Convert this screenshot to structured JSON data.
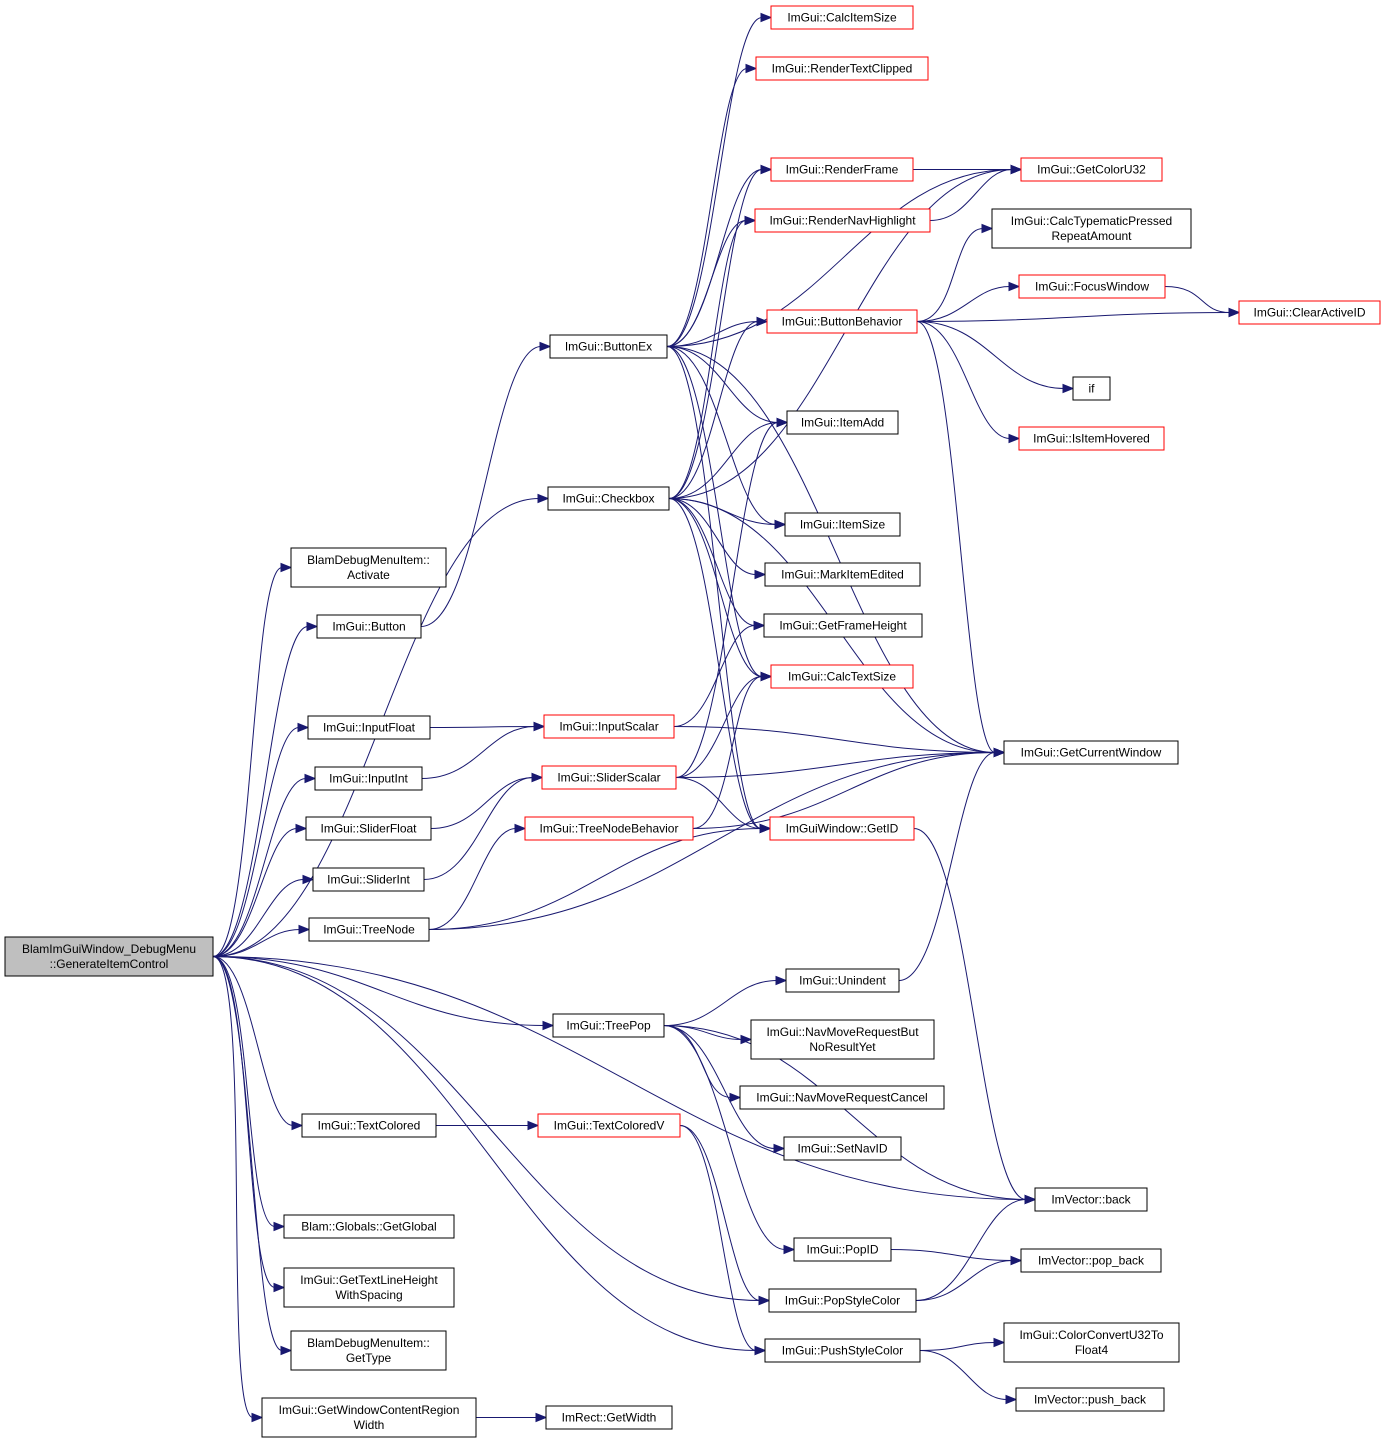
{
  "colors": {
    "edge": "#191970",
    "root_fill": "#bfbfbf",
    "default_border": "#000000",
    "truncated_border": "#ff0000",
    "node_fill": "#ffffff"
  },
  "nodes": [
    {
      "id": "root",
      "lines": [
        "BlamImGuiWindow_DebugMenu",
        "::GenerateItemControl"
      ],
      "style": "root"
    },
    {
      "id": "activate",
      "lines": [
        "BlamDebugMenuItem::",
        "Activate"
      ],
      "style": "normal"
    },
    {
      "id": "button",
      "lines": [
        "ImGui::Button"
      ],
      "style": "normal"
    },
    {
      "id": "inputfloat",
      "lines": [
        "ImGui::InputFloat"
      ],
      "style": "normal"
    },
    {
      "id": "inputint",
      "lines": [
        "ImGui::InputInt"
      ],
      "style": "normal"
    },
    {
      "id": "sliderfloat",
      "lines": [
        "ImGui::SliderFloat"
      ],
      "style": "normal"
    },
    {
      "id": "sliderint",
      "lines": [
        "ImGui::SliderInt"
      ],
      "style": "normal"
    },
    {
      "id": "treenode",
      "lines": [
        "ImGui::TreeNode"
      ],
      "style": "normal"
    },
    {
      "id": "textcolored",
      "lines": [
        "ImGui::TextColored"
      ],
      "style": "normal"
    },
    {
      "id": "getglobal",
      "lines": [
        "Blam::Globals::GetGlobal"
      ],
      "style": "normal"
    },
    {
      "id": "gettextlineheight",
      "lines": [
        "ImGui::GetTextLineHeight",
        "WithSpacing"
      ],
      "style": "normal"
    },
    {
      "id": "gettype",
      "lines": [
        "BlamDebugMenuItem::",
        "GetType"
      ],
      "style": "normal"
    },
    {
      "id": "getwindowcontent",
      "lines": [
        "ImGui::GetWindowContentRegion",
        "Width"
      ],
      "style": "normal"
    },
    {
      "id": "buttonex",
      "lines": [
        "ImGui::ButtonEx"
      ],
      "style": "normal"
    },
    {
      "id": "checkbox",
      "lines": [
        "ImGui::Checkbox"
      ],
      "style": "normal"
    },
    {
      "id": "inputscalar",
      "lines": [
        "ImGui::InputScalar"
      ],
      "style": "truncated"
    },
    {
      "id": "sliderscalar",
      "lines": [
        "ImGui::SliderScalar"
      ],
      "style": "truncated"
    },
    {
      "id": "treenodebehavior",
      "lines": [
        "ImGui::TreeNodeBehavior"
      ],
      "style": "truncated"
    },
    {
      "id": "treepop",
      "lines": [
        "ImGui::TreePop"
      ],
      "style": "normal"
    },
    {
      "id": "textcoloredv",
      "lines": [
        "ImGui::TextColoredV"
      ],
      "style": "truncated"
    },
    {
      "id": "rectgetwidth",
      "lines": [
        "ImRect::GetWidth"
      ],
      "style": "normal"
    },
    {
      "id": "calcitemsize",
      "lines": [
        "ImGui::CalcItemSize"
      ],
      "style": "truncated"
    },
    {
      "id": "rendertextclipped",
      "lines": [
        "ImGui::RenderTextClipped"
      ],
      "style": "truncated"
    },
    {
      "id": "renderframe",
      "lines": [
        "ImGui::RenderFrame"
      ],
      "style": "truncated"
    },
    {
      "id": "rendernavhighlight",
      "lines": [
        "ImGui::RenderNavHighlight"
      ],
      "style": "truncated"
    },
    {
      "id": "buttonbehavior",
      "lines": [
        "ImGui::ButtonBehavior"
      ],
      "style": "truncated"
    },
    {
      "id": "itemadd",
      "lines": [
        "ImGui::ItemAdd"
      ],
      "style": "normal"
    },
    {
      "id": "itemsize",
      "lines": [
        "ImGui::ItemSize"
      ],
      "style": "normal"
    },
    {
      "id": "markitemedited",
      "lines": [
        "ImGui::MarkItemEdited"
      ],
      "style": "normal"
    },
    {
      "id": "getframeheight",
      "lines": [
        "ImGui::GetFrameHeight"
      ],
      "style": "normal"
    },
    {
      "id": "calctextsize",
      "lines": [
        "ImGui::CalcTextSize"
      ],
      "style": "truncated"
    },
    {
      "id": "windowgetid",
      "lines": [
        "ImGuiWindow::GetID"
      ],
      "style": "truncated"
    },
    {
      "id": "unindent",
      "lines": [
        "ImGui::Unindent"
      ],
      "style": "normal"
    },
    {
      "id": "navmovebut",
      "lines": [
        "ImGui::NavMoveRequestBut",
        "NoResultYet"
      ],
      "style": "normal"
    },
    {
      "id": "navmovecancel",
      "lines": [
        "ImGui::NavMoveRequestCancel"
      ],
      "style": "normal"
    },
    {
      "id": "setnavid",
      "lines": [
        "ImGui::SetNavID"
      ],
      "style": "normal"
    },
    {
      "id": "popid",
      "lines": [
        "ImGui::PopID"
      ],
      "style": "normal"
    },
    {
      "id": "popstylecolor",
      "lines": [
        "ImGui::PopStyleColor"
      ],
      "style": "normal"
    },
    {
      "id": "pushstylecolor",
      "lines": [
        "ImGui::PushStyleColor"
      ],
      "style": "normal"
    },
    {
      "id": "getcoloru32",
      "lines": [
        "ImGui::GetColorU32"
      ],
      "style": "truncated"
    },
    {
      "id": "calctypematic",
      "lines": [
        "ImGui::CalcTypematicPressed",
        "RepeatAmount"
      ],
      "style": "normal"
    },
    {
      "id": "focuswindow",
      "lines": [
        "ImGui::FocusWindow"
      ],
      "style": "truncated"
    },
    {
      "id": "clearactiveid",
      "lines": [
        "ImGui::ClearActiveID"
      ],
      "style": "truncated"
    },
    {
      "id": "if",
      "lines": [
        "if"
      ],
      "style": "normal"
    },
    {
      "id": "isitemhovered",
      "lines": [
        "ImGui::IsItemHovered"
      ],
      "style": "truncated"
    },
    {
      "id": "getcurrentwindow",
      "lines": [
        "ImGui::GetCurrentWindow"
      ],
      "style": "normal"
    },
    {
      "id": "vectorback",
      "lines": [
        "ImVector::back"
      ],
      "style": "normal"
    },
    {
      "id": "vectorpopback",
      "lines": [
        "ImVector::pop_back"
      ],
      "style": "normal"
    },
    {
      "id": "colorconvert",
      "lines": [
        "ImGui::ColorConvertU32To",
        "Float4"
      ],
      "style": "normal"
    },
    {
      "id": "vectorpushback",
      "lines": [
        "ImVector::push_back"
      ],
      "style": "normal"
    }
  ],
  "edges": [
    [
      "root",
      "activate"
    ],
    [
      "root",
      "button"
    ],
    [
      "root",
      "checkbox"
    ],
    [
      "root",
      "inputfloat"
    ],
    [
      "root",
      "inputint"
    ],
    [
      "root",
      "sliderfloat"
    ],
    [
      "root",
      "sliderint"
    ],
    [
      "root",
      "treenode"
    ],
    [
      "root",
      "treepop"
    ],
    [
      "root",
      "textcolored"
    ],
    [
      "root",
      "getglobal"
    ],
    [
      "root",
      "gettextlineheight"
    ],
    [
      "root",
      "gettype"
    ],
    [
      "root",
      "getwindowcontent"
    ],
    [
      "root",
      "popstylecolor"
    ],
    [
      "root",
      "pushstylecolor"
    ],
    [
      "root",
      "vectorback"
    ],
    [
      "button",
      "buttonex"
    ],
    [
      "inputfloat",
      "inputscalar"
    ],
    [
      "inputint",
      "inputscalar"
    ],
    [
      "sliderfloat",
      "sliderscalar"
    ],
    [
      "sliderint",
      "sliderscalar"
    ],
    [
      "treenode",
      "treenodebehavior"
    ],
    [
      "treenode",
      "windowgetid"
    ],
    [
      "treenode",
      "getcurrentwindow"
    ],
    [
      "textcolored",
      "textcoloredv"
    ],
    [
      "getwindowcontent",
      "rectgetwidth"
    ],
    [
      "buttonex",
      "calcitemsize"
    ],
    [
      "buttonex",
      "rendertextclipped"
    ],
    [
      "buttonex",
      "renderframe"
    ],
    [
      "buttonex",
      "rendernavhighlight"
    ],
    [
      "buttonex",
      "buttonbehavior"
    ],
    [
      "buttonex",
      "itemadd"
    ],
    [
      "buttonex",
      "itemsize"
    ],
    [
      "buttonex",
      "calctextsize"
    ],
    [
      "buttonex",
      "windowgetid"
    ],
    [
      "buttonex",
      "getcurrentwindow"
    ],
    [
      "buttonex",
      "getcoloru32"
    ],
    [
      "checkbox",
      "renderframe"
    ],
    [
      "checkbox",
      "rendernavhighlight"
    ],
    [
      "checkbox",
      "buttonbehavior"
    ],
    [
      "checkbox",
      "itemadd"
    ],
    [
      "checkbox",
      "itemsize"
    ],
    [
      "checkbox",
      "markitemedited"
    ],
    [
      "checkbox",
      "getframeheight"
    ],
    [
      "checkbox",
      "calctextsize"
    ],
    [
      "checkbox",
      "windowgetid"
    ],
    [
      "checkbox",
      "getcurrentwindow"
    ],
    [
      "checkbox",
      "getcoloru32"
    ],
    [
      "inputscalar",
      "getcurrentwindow"
    ],
    [
      "inputscalar",
      "getframeheight"
    ],
    [
      "sliderscalar",
      "calctextsize"
    ],
    [
      "sliderscalar",
      "getcurrentwindow"
    ],
    [
      "sliderscalar",
      "windowgetid"
    ],
    [
      "sliderscalar",
      "itemadd"
    ],
    [
      "treenodebehavior",
      "calctextsize"
    ],
    [
      "treenodebehavior",
      "getcurrentwindow"
    ],
    [
      "treepop",
      "unindent"
    ],
    [
      "treepop",
      "navmovebut"
    ],
    [
      "treepop",
      "navmovecancel"
    ],
    [
      "treepop",
      "setnavid"
    ],
    [
      "treepop",
      "popid"
    ],
    [
      "treepop",
      "vectorback"
    ],
    [
      "textcoloredv",
      "popstylecolor"
    ],
    [
      "textcoloredv",
      "pushstylecolor"
    ],
    [
      "renderframe",
      "getcoloru32"
    ],
    [
      "rendernavhighlight",
      "getcoloru32"
    ],
    [
      "buttonbehavior",
      "calctypematic"
    ],
    [
      "buttonbehavior",
      "focuswindow"
    ],
    [
      "buttonbehavior",
      "clearactiveid"
    ],
    [
      "buttonbehavior",
      "if"
    ],
    [
      "buttonbehavior",
      "isitemhovered"
    ],
    [
      "buttonbehavior",
      "getcurrentwindow"
    ],
    [
      "focuswindow",
      "clearactiveid"
    ],
    [
      "windowgetid",
      "vectorback"
    ],
    [
      "unindent",
      "getcurrentwindow"
    ],
    [
      "popid",
      "vectorpopback"
    ],
    [
      "popstylecolor",
      "vectorpopback"
    ],
    [
      "popstylecolor",
      "vectorback"
    ],
    [
      "pushstylecolor",
      "colorconvert"
    ],
    [
      "pushstylecolor",
      "vectorpushback"
    ]
  ]
}
